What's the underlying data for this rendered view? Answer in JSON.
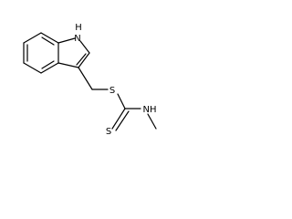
{
  "molecule": {
    "atom_labels": {
      "indole_nh": "H",
      "indole_n": "N",
      "thioether_s": "S",
      "thiocarbonyl_s": "S",
      "amide_nh": "NH"
    },
    "colors": {
      "bond": "#000000",
      "label": "#000000",
      "background": "#ffffff"
    }
  }
}
